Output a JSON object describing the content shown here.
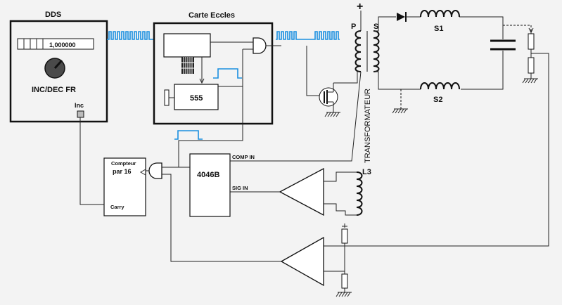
{
  "labels": {
    "dds_title": "DDS",
    "counter_digits": "1,000000",
    "inc_dec": "INC/DEC FR",
    "inc": "Inc",
    "card_title": "Carte Eccles",
    "timer_555": "555",
    "plus_sign": "+",
    "primary": "P",
    "secondary": "S",
    "s1": "S1",
    "s2": "S2",
    "transformer": "TRANSFORMATEUR",
    "compteur_line1": "Compteur",
    "compteur_line2": "par 16",
    "carry": "Carry",
    "pll_4046b": "4046B",
    "comp_in": "COMP IN",
    "sig_in": "SIG IN",
    "l3": "L3"
  }
}
